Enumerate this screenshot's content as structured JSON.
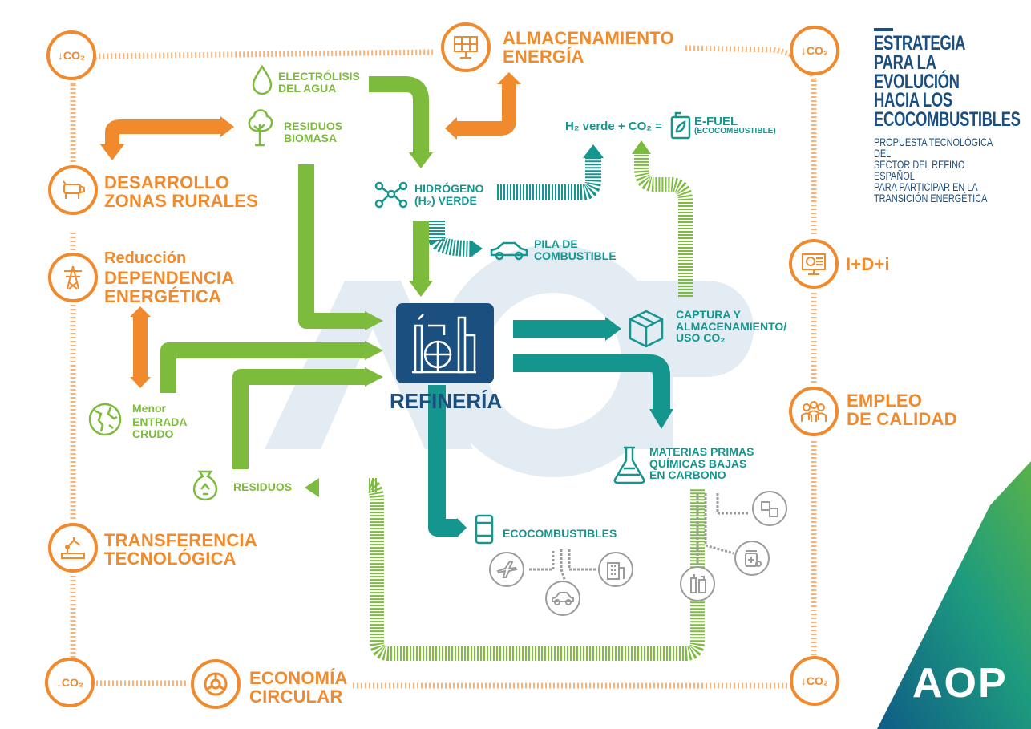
{
  "header": {
    "title": "ESTRATEGIA\nPARA LA\nEVOLUCIÓN\nHACIA LOS\nECOCOMBUSTIBLES",
    "subtitle": "PROPUESTA TECNOLÓGICA DEL\nSECTOR DEL REFINO ESPAÑOL\nPARA PARTICIPAR EN LA\nTRANSICIÓN ENERGÉTICA"
  },
  "center": {
    "label": "REFINERÍA"
  },
  "co2_badges": [
    "↓CO₂",
    "↓CO₂",
    "↓CO₂",
    "↓CO₂"
  ],
  "benefits": {
    "almacenamiento": "ALMACENAMIENTO\nENERGÍA",
    "desarrollo": "DESARROLLO\nZONAS RURALES",
    "reduccion_small": "Reducción",
    "reduccion": "DEPENDENCIA\nENERGÉTICA",
    "transferencia": "TRANSFERENCIA\nTECNOLÓGICA",
    "economia": "ECONOMÍA\nCIRCULAR",
    "idi": "I+D+i",
    "empleo": "EMPLEO\nDE CALIDAD"
  },
  "inputs": {
    "electrolisis": "ELECTRÓLISIS\nDEL AGUA",
    "residuos_biomasa": "RESIDUOS\nBIOMASA",
    "menor_small": "Menor",
    "menor": "ENTRADA\nCRUDO",
    "residuos": "RESIDUOS"
  },
  "outputs": {
    "hidrogeno": "HIDRÓGENO\n(H₂) VERDE",
    "formula": "H₂ verde + CO₂ =",
    "efuel": "E-FUEL",
    "efuel_sub": "(ECOCOMBUSTIBLE)",
    "pila": "PILA DE\nCOMBUSTIBLE",
    "captura": "CAPTURA Y\nALMACENAMIENTO/\nUSO CO₂",
    "materias": "MATERIAS PRIMAS\nQUÍMICAS BAJAS\nEN CARBONO",
    "ecocombustibles": "ECOCOMBUSTIBLES"
  },
  "logo": "AOP",
  "colors": {
    "orange": "#f08a2c",
    "green": "#7dbb3c",
    "teal": "#14968f",
    "navy": "#1b4f80",
    "watermark": "#dfe8f1"
  },
  "icons": [
    "co2-down-icon",
    "solar-panel-icon",
    "water-drop-icon",
    "tree-icon",
    "molecule-icon",
    "car-icon",
    "fuel-can-icon",
    "cow-icon",
    "power-tower-icon",
    "globe-icon",
    "recycle-bag-icon",
    "robot-arm-icon",
    "circular-economy-icon",
    "box-icon",
    "flask-icon",
    "barrel-icon",
    "plane-icon",
    "building-icon",
    "medicine-icon",
    "bottles-icon",
    "cubes-icon",
    "research-icon",
    "workers-icon",
    "refinery-icon"
  ]
}
